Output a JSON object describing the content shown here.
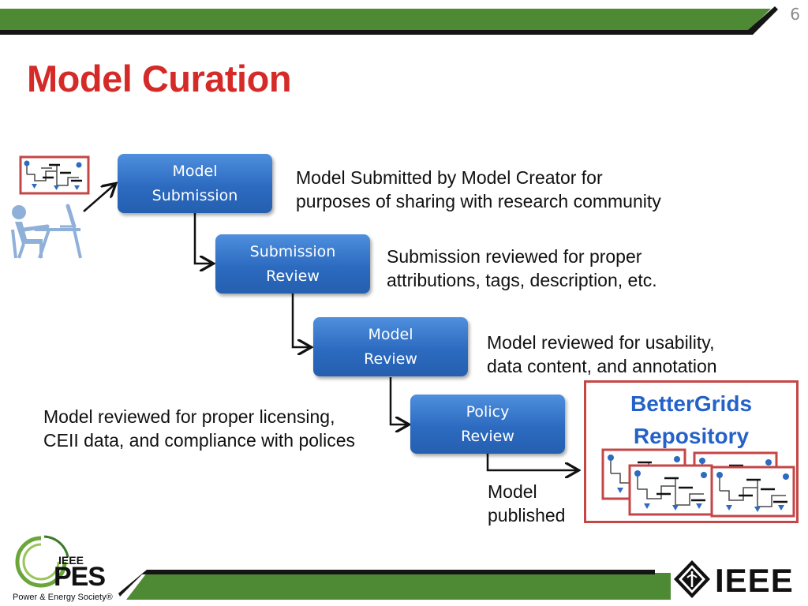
{
  "slide": {
    "number": "6",
    "title": "Model Curation"
  },
  "steps": [
    {
      "label": "Model\nSubmission",
      "description": "Model Submitted by Model Creator for\npurposes of sharing with research community"
    },
    {
      "label": "Submission\nReview",
      "description": "Submission reviewed for proper\nattributions, tags, description, etc."
    },
    {
      "label": "Model\nReview",
      "description": "Model reviewed for usability,\ndata content, and annotation"
    },
    {
      "label": "Policy\nReview",
      "description": "Model reviewed for proper licensing,\nCEII data, and compliance with polices"
    }
  ],
  "published_label": "Model\npublished",
  "repository": {
    "label": "BetterGrids\nRepository"
  },
  "logos": {
    "pes_top": "IEEE",
    "pes_main": "PES",
    "pes_caption": "Power & Energy Society®",
    "ieee": "IEEE"
  },
  "colors": {
    "title": "#d42a28",
    "banner_green": "#4e8a34",
    "box_blue": "#2c6bc0",
    "repo_text": "#2462c8",
    "repo_border": "#c54646"
  },
  "icons": {
    "creator": "person-at-computer-icon",
    "model": "grid-model-icon"
  }
}
